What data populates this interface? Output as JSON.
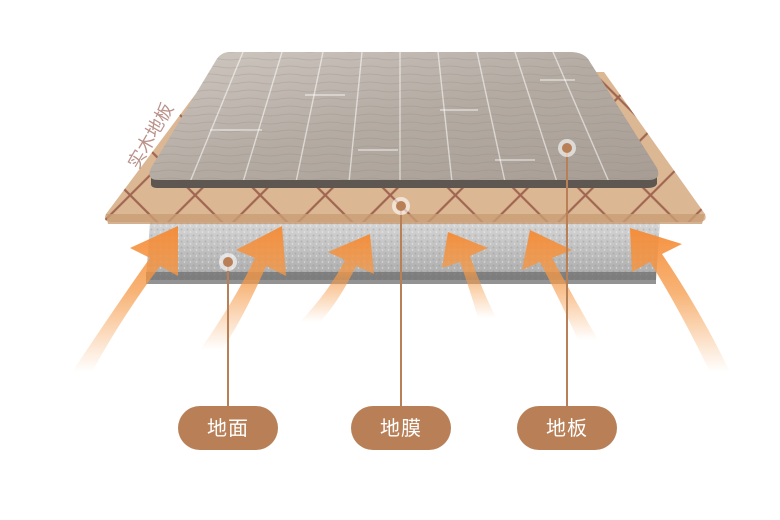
{
  "labels": {
    "ground": "地面",
    "film": "地膜",
    "board": "地板"
  },
  "colors": {
    "floor_wood": "#b7aea6",
    "underlay_kraft": "#dcb793",
    "underlay_pattern": "#8c4a3c",
    "foam_layer": "#c9c9c9",
    "heat_arrow": "#f59a48",
    "callout": "#b98058"
  }
}
